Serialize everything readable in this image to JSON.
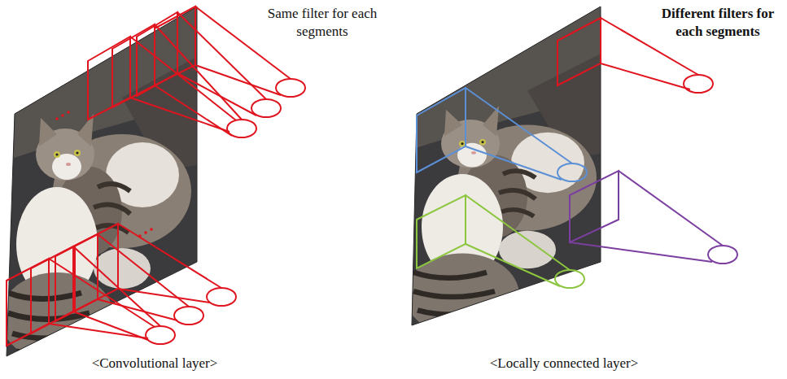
{
  "diagram": {
    "labels": [
      "Same filter for each segments",
      "Different filters for each segments",
      "<Convolutional layer>",
      "<Locally connected layer>"
    ]
  }
}
